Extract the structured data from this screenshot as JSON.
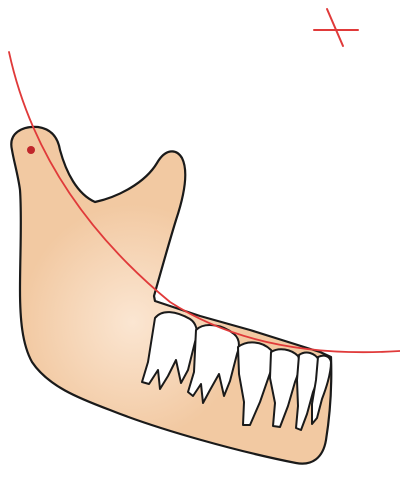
{
  "colors": {
    "background": "#ffffff",
    "bone_fill": "#f2c9a2",
    "bone_highlight": "#fbe6d2",
    "outline": "#1a1a1a",
    "tooth_fill": "#ffffff",
    "arc": "#e03a3a",
    "center_mark": "#e03a3a",
    "condyle_point": "#c0262b"
  },
  "icons": {
    "center_mark": "cross-icon",
    "condyle_point": "dot-icon"
  },
  "elements": {
    "mandible": "mandible",
    "teeth_count": 6,
    "arc": "rotation-arc"
  }
}
